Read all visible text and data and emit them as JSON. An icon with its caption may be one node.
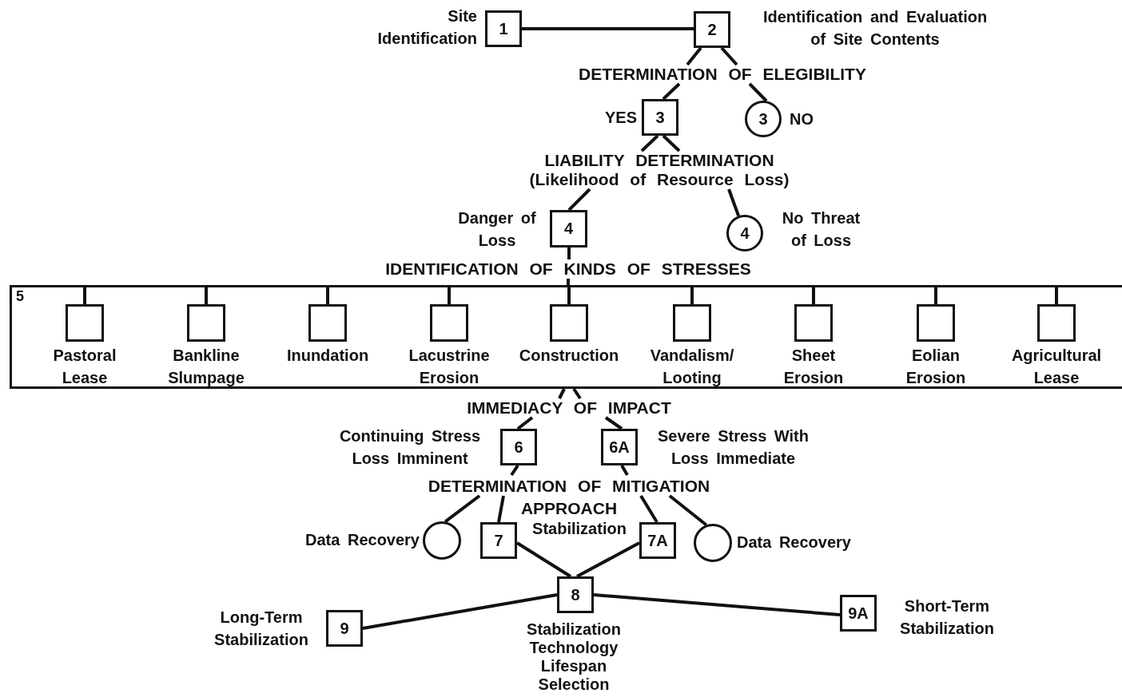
{
  "diagram": {
    "nodes": [
      {
        "text": [
          "1"
        ],
        "beside": [
          "Site Identification"
        ]
      },
      {
        "text": [
          "2"
        ],
        "beside": [
          "Identification and Evaluation of Site Contents"
        ]
      },
      {
        "text": [
          "DETERMINATION OF ELEGIBILITY"
        ]
      },
      {
        "text": [
          "3"
        ],
        "beside": [
          "YES"
        ]
      },
      {
        "text": [
          "3"
        ],
        "beside": [
          "NO"
        ]
      },
      {
        "text": [
          "LIABILITY DETERMINATION",
          "(Likelihood of Resource Loss)"
        ]
      },
      {
        "text": [
          "4"
        ],
        "beside": [
          "Danger of Loss"
        ]
      },
      {
        "text": [
          "4"
        ],
        "beside": [
          "No Threat of Loss"
        ]
      },
      {
        "text": [
          "IDENTIFICATION OF KINDS OF STRESSES"
        ]
      },
      {
        "text": [
          "5"
        ]
      },
      {
        "text": [
          "Pastoral Lease"
        ],
        "in": 9
      },
      {
        "text": [
          "Bankline Slumpage"
        ],
        "in": 9
      },
      {
        "text": [
          "Inundation"
        ],
        "in": 9
      },
      {
        "text": [
          "Lacustrine Erosion"
        ],
        "in": 9
      },
      {
        "text": [
          "Construction"
        ],
        "in": 9
      },
      {
        "text": [
          "Vandalism/ Looting"
        ],
        "in": 9
      },
      {
        "text": [
          "Sheet Erosion"
        ],
        "in": 9
      },
      {
        "text": [
          "Eolian Erosion"
        ],
        "in": 9
      },
      {
        "text": [
          "Agricultural Lease"
        ],
        "in": 9
      },
      {
        "text": [
          "IMMEDIACY OF IMPACT"
        ]
      },
      {
        "text": [
          "6"
        ],
        "beside": [
          "Continuing Stress Loss Imminent"
        ]
      },
      {
        "text": [
          "6A"
        ],
        "beside": [
          "Severe Stress With Loss Immediate"
        ]
      },
      {
        "text": [
          "DETERMINATION OF MITIGATION APPROACH"
        ]
      },
      {
        "text": [],
        "shape": "circle",
        "beside": [
          "Data Recovery"
        ]
      },
      {
        "text": [
          "7"
        ]
      },
      {
        "text": [
          "7A"
        ]
      },
      {
        "text": [],
        "shape": "circle",
        "beside": [
          "Data Recovery"
        ]
      },
      {
        "text": [
          "8"
        ],
        "beside": [
          "Stabilization Technology Lifespan Selection"
        ]
      },
      {
        "text": [
          "9"
        ],
        "beside": [
          "Long-Term Stabilization"
        ]
      },
      {
        "text": [
          "9A"
        ],
        "beside": [
          "Short-Term Stabilization"
        ]
      }
    ],
    "edges": [
      {
        "from": 0,
        "to": 1,
        "arrow": "none"
      },
      {
        "from": 1,
        "to": 2,
        "arrow": "none"
      },
      {
        "from": 1,
        "to": 2,
        "arrow": "none"
      },
      {
        "from": 2,
        "to": 3,
        "arrow": "none"
      },
      {
        "from": 2,
        "to": 4,
        "arrow": "none"
      },
      {
        "from": 3,
        "to": 5,
        "arrow": "none"
      },
      {
        "from": 3,
        "to": 5,
        "arrow": "none"
      },
      {
        "from": 5,
        "to": 6,
        "arrow": "none"
      },
      {
        "from": 5,
        "to": 7,
        "arrow": "none"
      },
      {
        "from": 6,
        "to": 8,
        "arrow": "none"
      },
      {
        "from": 8,
        "to": 9,
        "arrow": "none"
      },
      {
        "from": 9,
        "to": 10,
        "arrow": "none"
      },
      {
        "from": 9,
        "to": 11,
        "arrow": "none"
      },
      {
        "from": 9,
        "to": 12,
        "arrow": "none"
      },
      {
        "from": 9,
        "to": 13,
        "arrow": "none"
      },
      {
        "from": 9,
        "to": 14,
        "arrow": "none"
      },
      {
        "from": 9,
        "to": 15,
        "arrow": "none"
      },
      {
        "from": 9,
        "to": 16,
        "arrow": "none"
      },
      {
        "from": 9,
        "to": 17,
        "arrow": "none"
      },
      {
        "from": 9,
        "to": 18,
        "arrow": "none"
      },
      {
        "from": 9,
        "to": 19,
        "arrow": "none"
      },
      {
        "from": 9,
        "to": 19,
        "arrow": "none"
      },
      {
        "from": 19,
        "to": 20,
        "arrow": "none"
      },
      {
        "from": 19,
        "to": 21,
        "arrow": "none"
      },
      {
        "from": 20,
        "to": 22,
        "arrow": "none"
      },
      {
        "from": 21,
        "to": 22,
        "arrow": "none"
      },
      {
        "from": 22,
        "to": 23,
        "arrow": "none"
      },
      {
        "from": 22,
        "to": 24,
        "arrow": "none"
      },
      {
        "from": 22,
        "to": 25,
        "arrow": "none"
      },
      {
        "from": 22,
        "to": 26,
        "arrow": "none"
      },
      {
        "from": 24,
        "to": 27,
        "arrow": "none"
      },
      {
        "from": 25,
        "to": 27,
        "arrow": "none"
      },
      {
        "from": 27,
        "to": 28,
        "arrow": "none"
      },
      {
        "from": 27,
        "to": 29,
        "arrow": "none"
      }
    ],
    "labels": [
      "Stabilization"
    ]
  }
}
